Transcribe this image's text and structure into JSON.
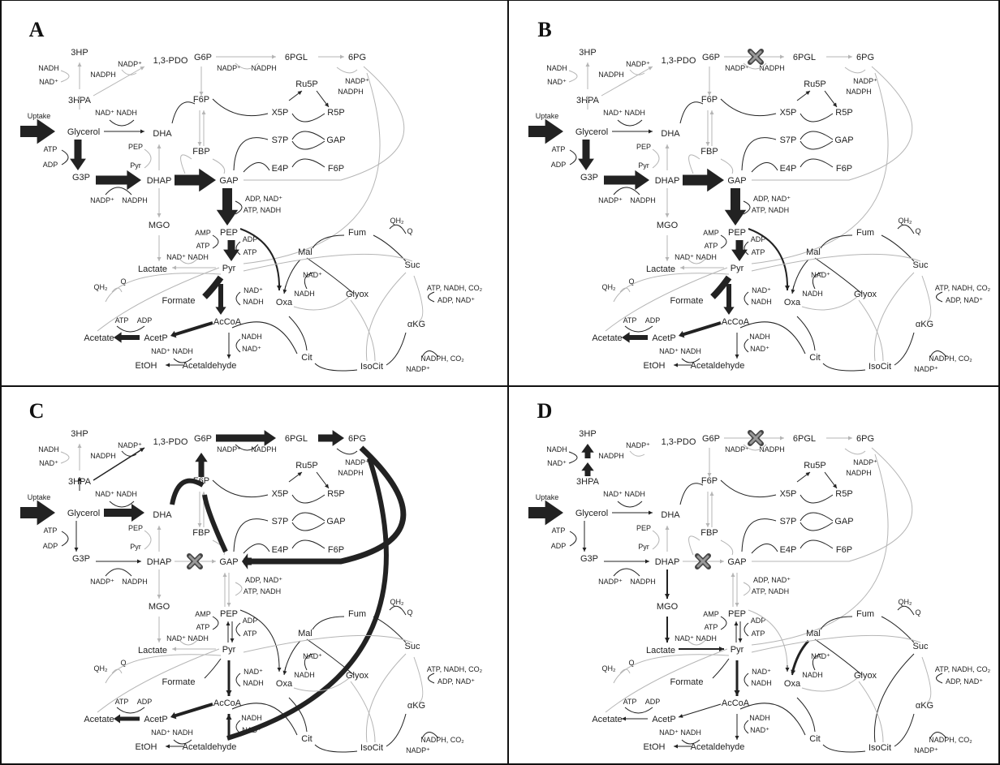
{
  "panels": [
    {
      "letter": "A"
    },
    {
      "letter": "B"
    },
    {
      "letter": "C"
    },
    {
      "letter": "D"
    }
  ],
  "metabolites": {
    "hp3": "3HP",
    "pdo": "1,3-PDO",
    "hpa3": "3HPA",
    "glycerol": "Glycerol",
    "g3p": "G3P",
    "dha": "DHA",
    "dhap": "DHAP",
    "mgo": "MGO",
    "lactate": "Lactate",
    "pyr": "Pyr",
    "pep": "PEP",
    "gap": "GAP",
    "fbp": "FBP",
    "f6p": "F6P",
    "g6p": "G6P",
    "pgl6": "6PGL",
    "pg6": "6PG",
    "ru5p": "Ru5P",
    "x5p": "X5P",
    "r5p": "R5P",
    "s7p": "S7P",
    "gap2": "GAP",
    "e4p": "E4P",
    "f6p2": "F6P",
    "formate": "Formate",
    "accoa": "AcCoA",
    "acetp": "AcetP",
    "acetate": "Acetate",
    "etoh": "EtOH",
    "acetaldehyde": "Acetaldehyde",
    "mal": "Mal",
    "oxa": "Oxa",
    "fum": "Fum",
    "suc": "Suc",
    "glyox": "Glyox",
    "akg": "αKG",
    "cit": "Cit",
    "isocit": "IsoCit"
  },
  "cofactors": {
    "uptake": "Uptake",
    "nadh": "NADH",
    "nadp": "NAD⁺",
    "nadpp": "NADP⁺",
    "nadph": "NADPH",
    "atp": "ATP",
    "adp": "ADP",
    "amp": "AMP",
    "pep": "PEP",
    "pyr": "Pyr",
    "qh2": "QH₂",
    "q": "Q",
    "adp_nad": "ADP, NAD⁺",
    "atp_nadh": "ATP, NADH",
    "atp_nadh_co2": "ATP, NADH, CO₂",
    "adp_nad2": "ADP, NAD⁺",
    "nadph_co2": "NADPH, CO₂",
    "nad_nadh": "NAD⁺ NADH"
  }
}
